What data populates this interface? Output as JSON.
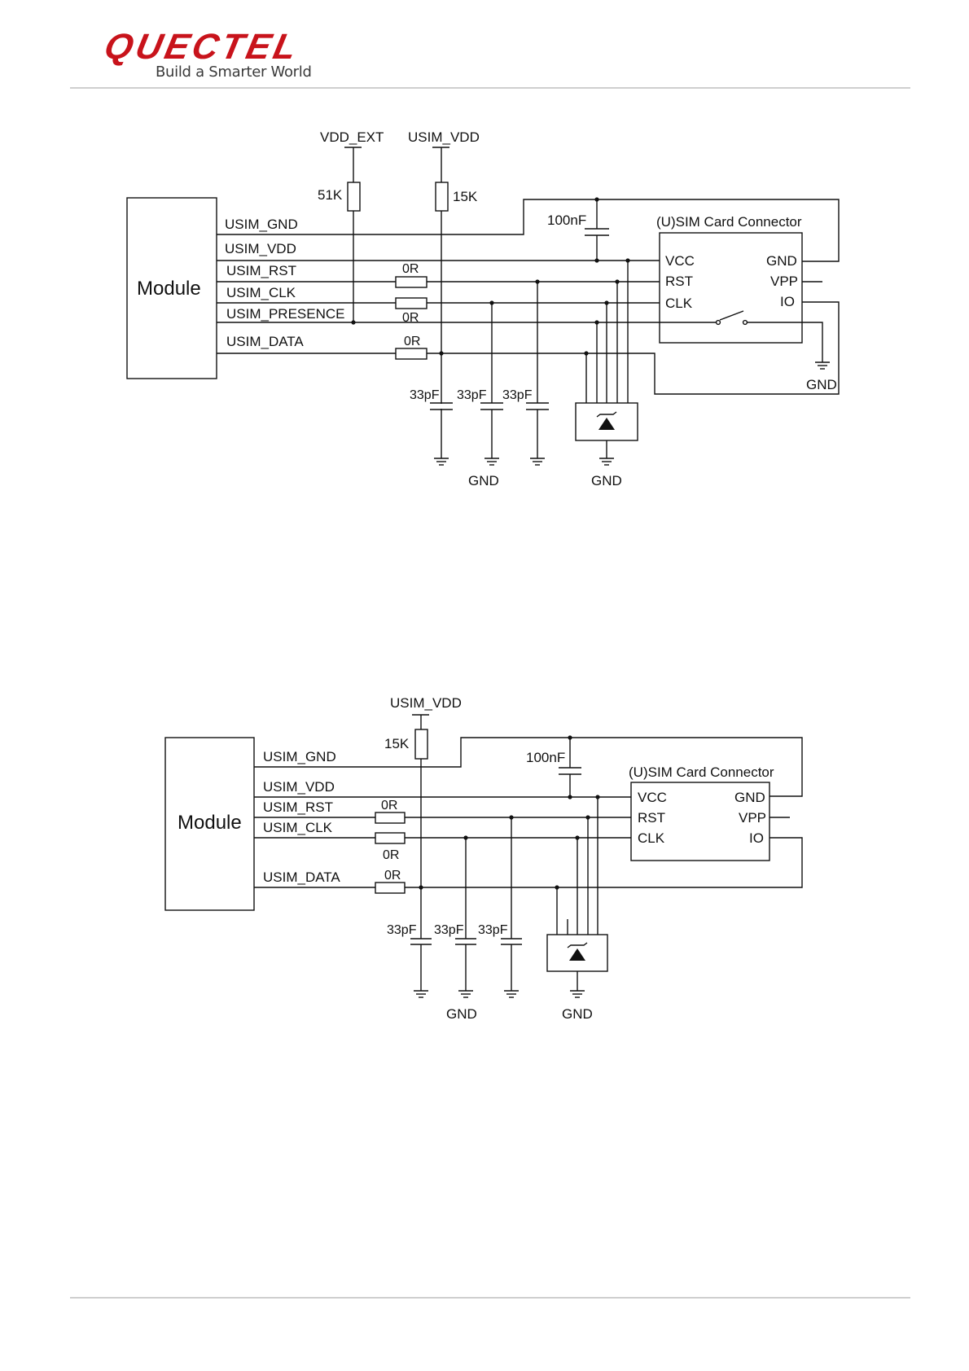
{
  "header": {
    "logo_text": "QUECTEL",
    "tagline": "Build a Smarter World",
    "brand_color": "#c8131b"
  },
  "diagram1": {
    "module_label": "Module",
    "connector_title": "(U)SIM Card Connector",
    "signals": [
      "USIM_GND",
      "USIM_VDD",
      "USIM_RST",
      "USIM_CLK",
      "USIM_PRESENCE",
      "USIM_DATA"
    ],
    "rail_vdd_ext": "VDD_EXT",
    "rail_usim_vdd": "USIM_VDD",
    "r_pullup_presence": "51K",
    "r_pullup_data": "15K",
    "c_decoupling": "100nF",
    "r_series_rst": "0R",
    "r_series_clk": "0R",
    "r_series_data": "0R",
    "caps": [
      "33pF",
      "33pF",
      "33pF"
    ],
    "pins_left": [
      "VCC",
      "RST",
      "CLK"
    ],
    "pins_right": [
      "GND",
      "VPP",
      "IO"
    ],
    "gnd_caps": "GND",
    "gnd_tvs": "GND",
    "gnd_switch": "GND"
  },
  "diagram2": {
    "module_label": "Module",
    "connector_title": "(U)SIM Card Connector",
    "signals": [
      "USIM_GND",
      "USIM_VDD",
      "USIM_RST",
      "USIM_CLK",
      "USIM_DATA"
    ],
    "rail_usim_vdd": "USIM_VDD",
    "r_pullup_data": "15K",
    "c_decoupling": "100nF",
    "r_series_rst": "0R",
    "r_series_clk": "0R",
    "r_series_data": "0R",
    "caps": [
      "33pF",
      "33pF",
      "33pF"
    ],
    "pins_left": [
      "VCC",
      "RST",
      "CLK"
    ],
    "pins_right": [
      "GND",
      "VPP",
      "IO"
    ],
    "gnd_caps": "GND",
    "gnd_tvs": "GND"
  }
}
